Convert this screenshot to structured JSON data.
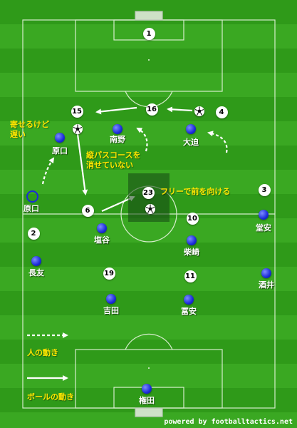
{
  "players": [
    {
      "id": "p1",
      "number": "1",
      "team": "white"
    },
    {
      "id": "p15",
      "number": "15",
      "team": "white"
    },
    {
      "id": "p16",
      "number": "16",
      "team": "white"
    },
    {
      "id": "p4",
      "number": "4",
      "team": "white"
    },
    {
      "id": "p23",
      "number": "23",
      "team": "white"
    },
    {
      "id": "p6",
      "number": "6",
      "team": "white"
    },
    {
      "id": "p10",
      "number": "10",
      "team": "white"
    },
    {
      "id": "p3",
      "number": "3",
      "team": "white"
    },
    {
      "id": "p2",
      "number": "2",
      "team": "white"
    },
    {
      "id": "p19",
      "number": "19",
      "team": "white"
    },
    {
      "id": "p11",
      "number": "11",
      "team": "white"
    },
    {
      "id": "haraguchi",
      "name": "原口",
      "team": "blue"
    },
    {
      "id": "minamino",
      "name": "南野",
      "team": "blue"
    },
    {
      "id": "osako",
      "name": "大迫",
      "team": "blue"
    },
    {
      "id": "haraguchi_ghost",
      "name": "原口",
      "team": "hollow"
    },
    {
      "id": "doan",
      "name": "堂安",
      "team": "blue"
    },
    {
      "id": "shiotani",
      "name": "塩谷",
      "team": "blue"
    },
    {
      "id": "shibasaki",
      "name": "柴崎",
      "team": "blue"
    },
    {
      "id": "nagatomo",
      "name": "長友",
      "team": "blue"
    },
    {
      "id": "sakai",
      "name": "酒井",
      "team": "blue"
    },
    {
      "id": "yoshida",
      "name": "吉田",
      "team": "blue"
    },
    {
      "id": "tomiyasu",
      "name": "冨安",
      "team": "blue"
    },
    {
      "id": "gonda",
      "name": "権田",
      "team": "blue"
    }
  ],
  "notes": {
    "slow_press": "寄せるけど\n遅い",
    "vertical_pass": "縦パスコースを\n消せていない",
    "turn_forward": "フリーで前を向ける"
  },
  "legend": {
    "player_move": "人の動き",
    "ball_move": "ボールの動き"
  },
  "credit": "powered by footballtactics.net",
  "colors": {
    "note": "#ffe600",
    "blue_player": "#1b2bd8",
    "pitch": "#36a31f"
  },
  "icons": [
    "soccer-ball-icon"
  ]
}
